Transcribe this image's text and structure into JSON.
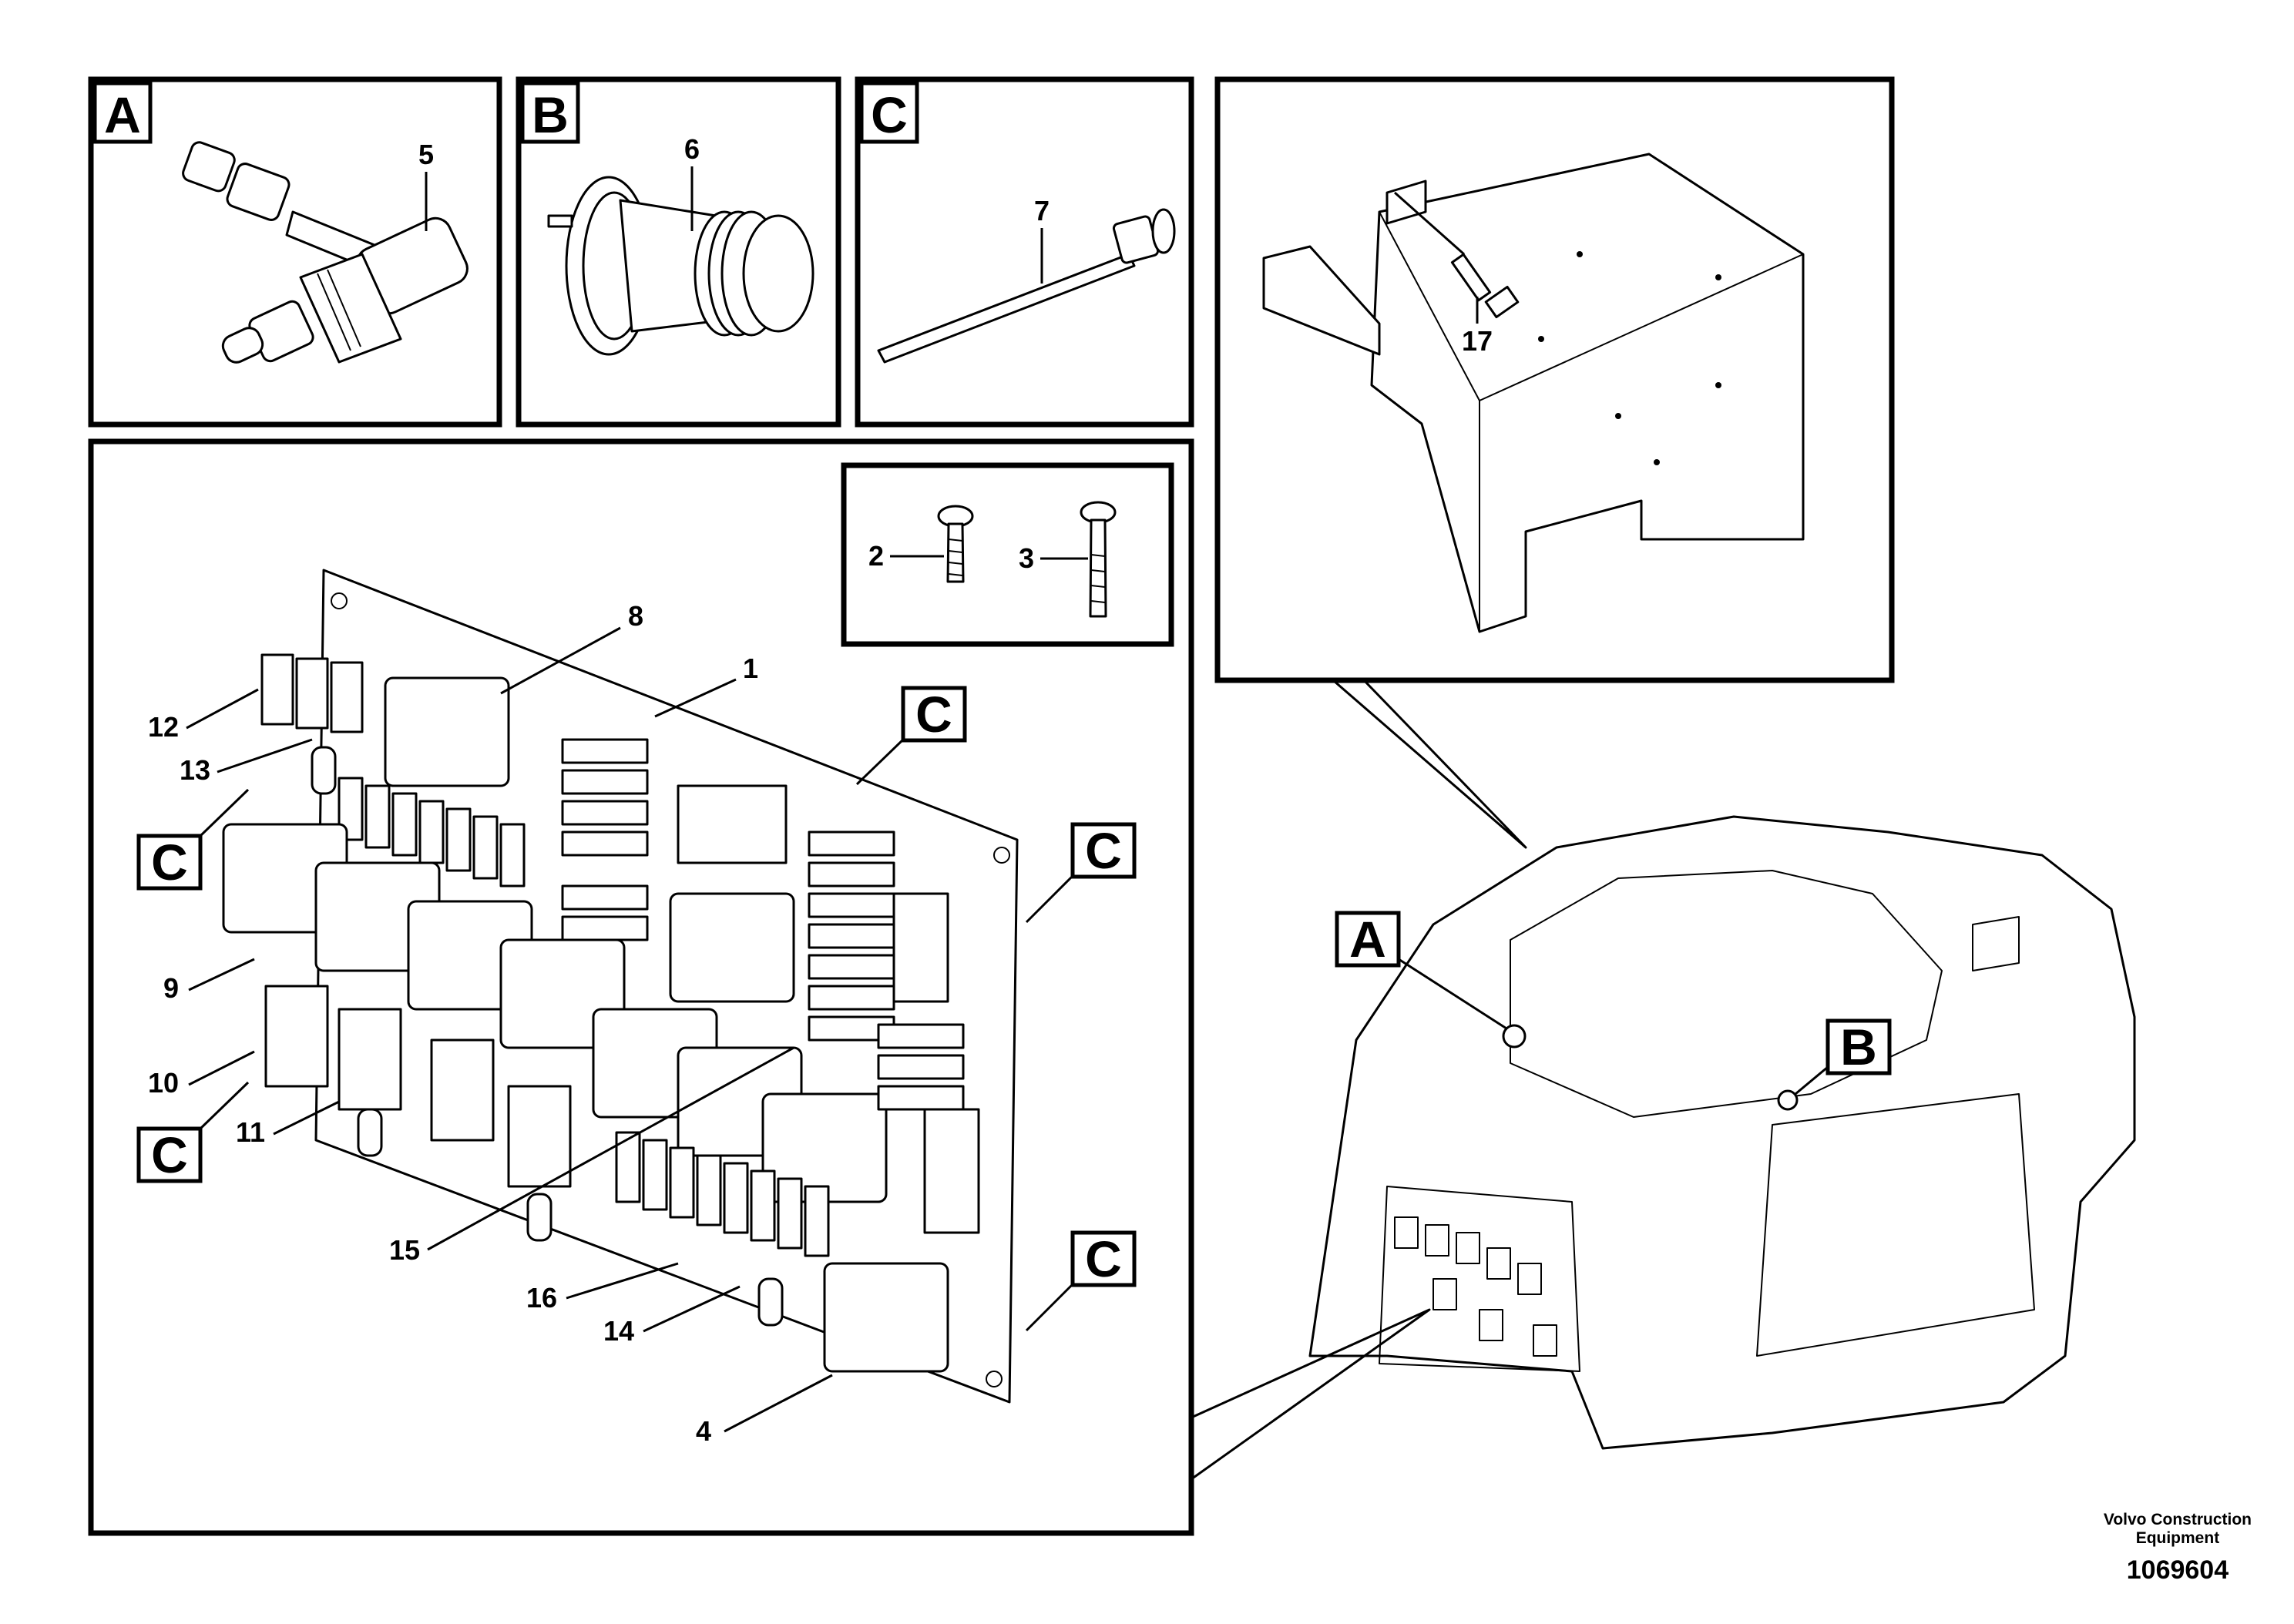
{
  "views": {
    "A": "A",
    "B": "B",
    "C": "C"
  },
  "callouts": {
    "c1": "1",
    "c2": "2",
    "c3": "3",
    "c4": "4",
    "c5": "5",
    "c6": "6",
    "c7": "7",
    "c8": "8",
    "c9": "9",
    "c10": "10",
    "c11": "11",
    "c12": "12",
    "c13": "13",
    "c14": "14",
    "c15": "15",
    "c16": "16",
    "c17": "17"
  },
  "footer": {
    "brand_line1": "Volvo Construction",
    "brand_line2": "Equipment",
    "doc_number": "1069604"
  }
}
